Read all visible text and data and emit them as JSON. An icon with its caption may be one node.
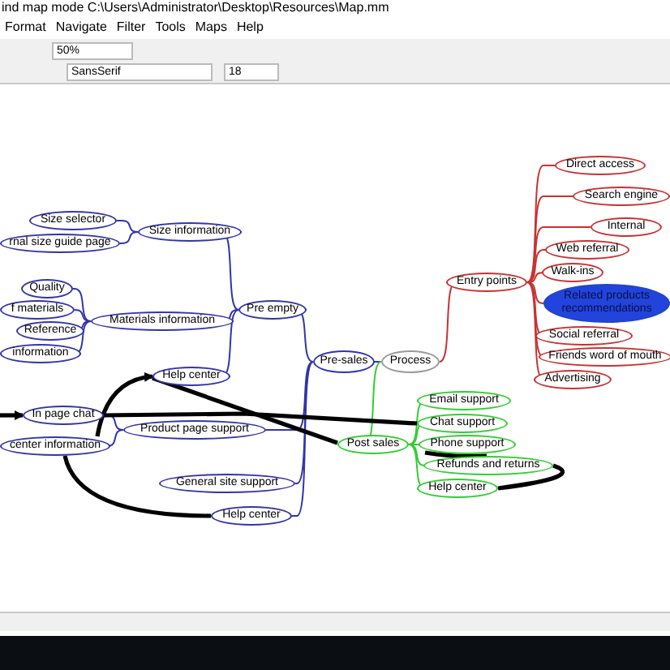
{
  "diagram": {
    "nodes": [
      {
        "text": [
          "Process"
        ]
      },
      {
        "text": [
          "Pre-sales"
        ]
      },
      {
        "text": [
          "Entry points"
        ]
      },
      {
        "text": [
          "Direct access"
        ]
      },
      {
        "text": [
          "Search engine"
        ]
      },
      {
        "text": [
          "Internal"
        ]
      },
      {
        "text": [
          "Web referral"
        ]
      },
      {
        "text": [
          "Walk-ins"
        ]
      },
      {
        "text": [
          "Related products recommendations"
        ]
      },
      {
        "text": [
          "Social referral"
        ]
      },
      {
        "text": [
          "Friends word of mouth"
        ]
      },
      {
        "text": [
          "Advertising"
        ]
      },
      {
        "text": [
          "Post sales"
        ]
      },
      {
        "text": [
          "Email support"
        ]
      },
      {
        "text": [
          "Chat support"
        ]
      },
      {
        "text": [
          "Phone support"
        ]
      },
      {
        "text": [
          "Refunds and returns"
        ]
      },
      {
        "text": [
          "Help center"
        ]
      },
      {
        "text": [
          "Pre empty"
        ]
      },
      {
        "text": [
          "Size information"
        ]
      },
      {
        "text": [
          "Size selector"
        ]
      },
      {
        "text": [
          "rnal size guide page"
        ]
      },
      {
        "text": [
          "Materials information"
        ]
      },
      {
        "text": [
          "Quality"
        ]
      },
      {
        "text": [
          "f materials"
        ]
      },
      {
        "text": [
          "Reference"
        ]
      },
      {
        "text": [
          "information"
        ]
      },
      {
        "text": [
          "Help center"
        ]
      },
      {
        "text": [
          "Product page support"
        ]
      },
      {
        "text": [
          "In page chat"
        ]
      },
      {
        "text": [
          "center information"
        ]
      },
      {
        "text": [
          "General site support"
        ]
      },
      {
        "text": [
          "Help center"
        ]
      }
    ],
    "edges": [
      {
        "from": 0,
        "to": 1,
        "arrow": "none"
      },
      {
        "from": 0,
        "to": 2,
        "arrow": "none",
        "color": "#c83232"
      },
      {
        "from": 2,
        "to": 3,
        "arrow": "none",
        "color": "#c83232"
      },
      {
        "from": 2,
        "to": 4,
        "arrow": "none",
        "color": "#c83232"
      },
      {
        "from": 2,
        "to": 5,
        "arrow": "none",
        "color": "#c83232"
      },
      {
        "from": 2,
        "to": 6,
        "arrow": "none",
        "color": "#c83232"
      },
      {
        "from": 2,
        "to": 7,
        "arrow": "none",
        "color": "#c83232"
      },
      {
        "from": 2,
        "to": 8,
        "arrow": "none",
        "color": "#c83232"
      },
      {
        "from": 2,
        "to": 9,
        "arrow": "none",
        "color": "#c83232"
      },
      {
        "from": 2,
        "to": 10,
        "arrow": "none",
        "color": "#c83232"
      },
      {
        "from": 2,
        "to": 11,
        "arrow": "none",
        "color": "#c83232"
      },
      {
        "from": 0,
        "to": 12,
        "arrow": "none",
        "color": "#33cc33"
      },
      {
        "from": 12,
        "to": 13,
        "arrow": "none",
        "color": "#33cc33"
      },
      {
        "from": 12,
        "to": 14,
        "arrow": "none",
        "color": "#33cc33"
      },
      {
        "from": 12,
        "to": 15,
        "arrow": "none",
        "color": "#33cc33"
      },
      {
        "from": 12,
        "to": 16,
        "arrow": "none",
        "color": "#33cc33"
      },
      {
        "from": 12,
        "to": 17,
        "arrow": "none",
        "color": "#33cc33"
      },
      {
        "from": 1,
        "to": 18,
        "arrow": "none"
      },
      {
        "from": 18,
        "to": 19,
        "arrow": "none"
      },
      {
        "from": 19,
        "to": 20,
        "arrow": "none"
      },
      {
        "from": 19,
        "to": 21,
        "arrow": "none"
      },
      {
        "from": 18,
        "to": 22,
        "arrow": "none"
      },
      {
        "from": 22,
        "to": 23,
        "arrow": "none"
      },
      {
        "from": 22,
        "to": 24,
        "arrow": "none"
      },
      {
        "from": 22,
        "to": 25,
        "arrow": "none"
      },
      {
        "from": 22,
        "to": 26,
        "arrow": "none"
      },
      {
        "from": 18,
        "to": 27,
        "arrow": "none"
      },
      {
        "from": 1,
        "to": 28,
        "arrow": "none"
      },
      {
        "from": 28,
        "to": 29,
        "arrow": "none"
      },
      {
        "from": 28,
        "to": 30,
        "arrow": "none"
      },
      {
        "from": 1,
        "to": 31,
        "arrow": "none"
      },
      {
        "from": 1,
        "to": 32,
        "arrow": "none"
      },
      {
        "from": null,
        "to": 29,
        "arrow": "to",
        "style": "thick",
        "color": "#000000"
      },
      {
        "from": 29,
        "to": 14,
        "arrow": "none",
        "style": "thick",
        "color": "#000000"
      },
      {
        "from": 30,
        "to": 27,
        "arrow": "to",
        "style": "thick",
        "color": "#000000"
      },
      {
        "from": 27,
        "to": 12,
        "arrow": "none",
        "style": "thick",
        "color": "#000000"
      },
      {
        "from": 30,
        "to": 32,
        "arrow": "none",
        "style": "thick",
        "color": "#000000"
      },
      {
        "from": 15,
        "to": 16,
        "arrow": "none",
        "style": "thick",
        "color": "#000000"
      },
      {
        "from": 16,
        "to": 17,
        "arrow": "none",
        "style": "thick",
        "color": "#000000"
      }
    ],
    "labels": [
      "ind map mode C:\\Users\\Administrator\\Desktop\\Resources\\Map.mm",
      "Format",
      "Navigate",
      "Filter",
      "Tools",
      "Maps",
      "Help",
      "50%",
      "SansSerif",
      "18"
    ]
  }
}
